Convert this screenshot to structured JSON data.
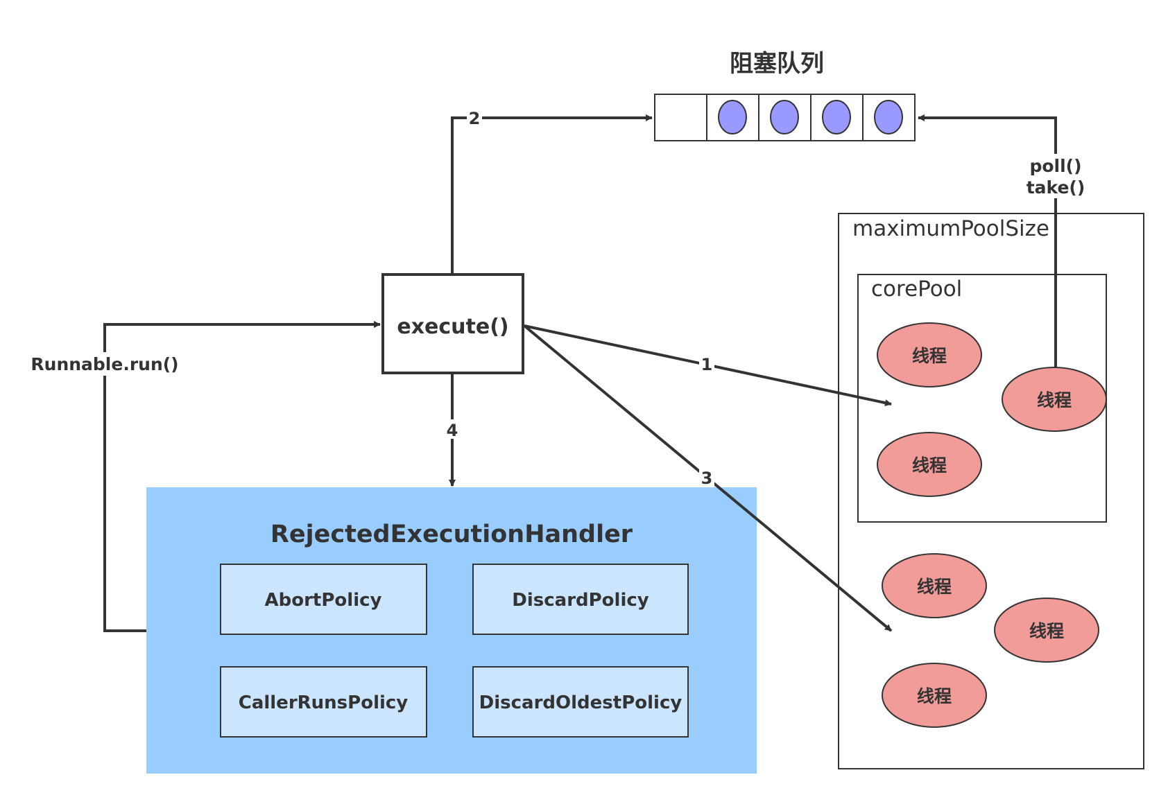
{
  "queue": {
    "title": "阻塞队列",
    "slot_count": 5,
    "filled_slots": 4
  },
  "execute": {
    "label": "execute()"
  },
  "handler": {
    "title": "RejectedExecutionHandler",
    "policies": [
      "AbortPolicy",
      "DiscardPolicy",
      "CallerRunsPolicy",
      "DiscardOldestPolicy"
    ]
  },
  "pool": {
    "max_label": "maximumPoolSize",
    "core_label": "corePool",
    "thread_label": "线程",
    "core_thread_count": 3,
    "extra_thread_count": 3
  },
  "edges": {
    "step1": "1",
    "step2": "2",
    "step3": "3",
    "step4": "4",
    "runnable": "Runnable.run()",
    "poll": "poll()",
    "take": "take()"
  },
  "colors": {
    "line": "#333333",
    "queue_item_fill": "#9999ff",
    "thread_fill": "#f19c99",
    "handler_fill": "#99ccff",
    "policy_fill": "#cce5ff"
  }
}
